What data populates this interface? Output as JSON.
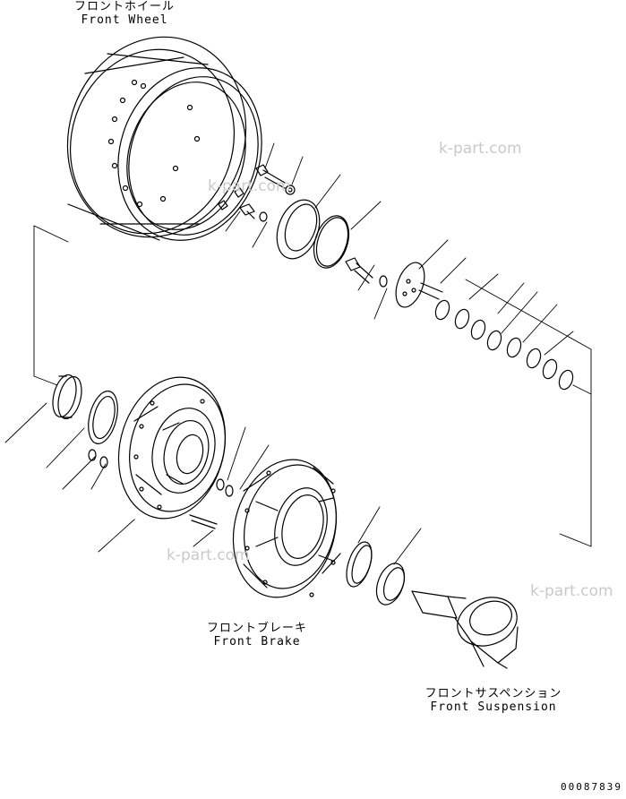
{
  "labels": {
    "front_wheel": {
      "jp": "フロントホイール",
      "en": "Front Wheel"
    },
    "front_brake": {
      "jp": "フロントブレーキ",
      "en": "Front Brake"
    },
    "front_suspension": {
      "jp": "フロントサスペンション",
      "en": "Front Suspension"
    }
  },
  "watermarks": [
    "k-part.com",
    "k-part.com",
    "k-part.com",
    "k-part.com"
  ],
  "document_number": "00087839"
}
